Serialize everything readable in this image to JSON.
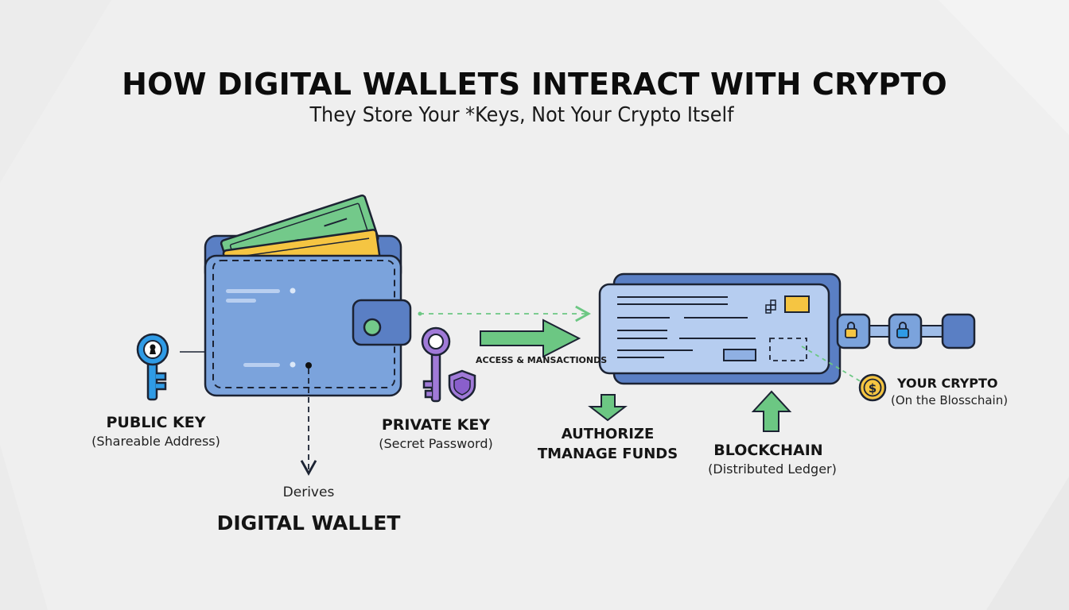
{
  "header": {
    "title": "HOW DIGITAL WALLETS INTERACT WITH CRYPTO",
    "subtitle": "They Store Your *Keys, Not Your Crypto Itself"
  },
  "nodes": {
    "public_key": {
      "title": "PUBLIC KEY",
      "subtitle": "(Shareable Address)",
      "icon": "key-icon",
      "color": "#2f9be6"
    },
    "digital_wallet": {
      "title": "DIGITAL WALLET",
      "derives_label": "Derives",
      "icon": "wallet-icon",
      "color": "#7ba3dc"
    },
    "private_key": {
      "title": "PRIVATE KEY",
      "subtitle": "(Secret Password)",
      "icon": "key-icon",
      "color": "#a07ad8"
    },
    "access_arrow": {
      "label": "ACCESS & MANSACTIONDS",
      "color": "#6cc783"
    },
    "authorize": {
      "line1": "AUTHORIZE",
      "line2": "TMANAGE FUNDS",
      "color": "#6cc783"
    },
    "blockchain": {
      "title": "BLOCKCHAIN",
      "subtitle": "(Distributed Ledger)",
      "color": "#9fbde8"
    },
    "your_crypto": {
      "title": "YOUR CRYPTO",
      "subtitle": "(On the Blosschain)",
      "icon": "dollar-coin-icon",
      "color": "#f5c542"
    }
  },
  "colors": {
    "background": "#efefef",
    "wallet_blue": "#7ba3dc",
    "wallet_dark": "#5a7fc4",
    "green": "#6cc783",
    "yellow": "#f5c542",
    "purple": "#a07ad8",
    "key_blue": "#2f9be6",
    "outline": "#1c2333"
  }
}
